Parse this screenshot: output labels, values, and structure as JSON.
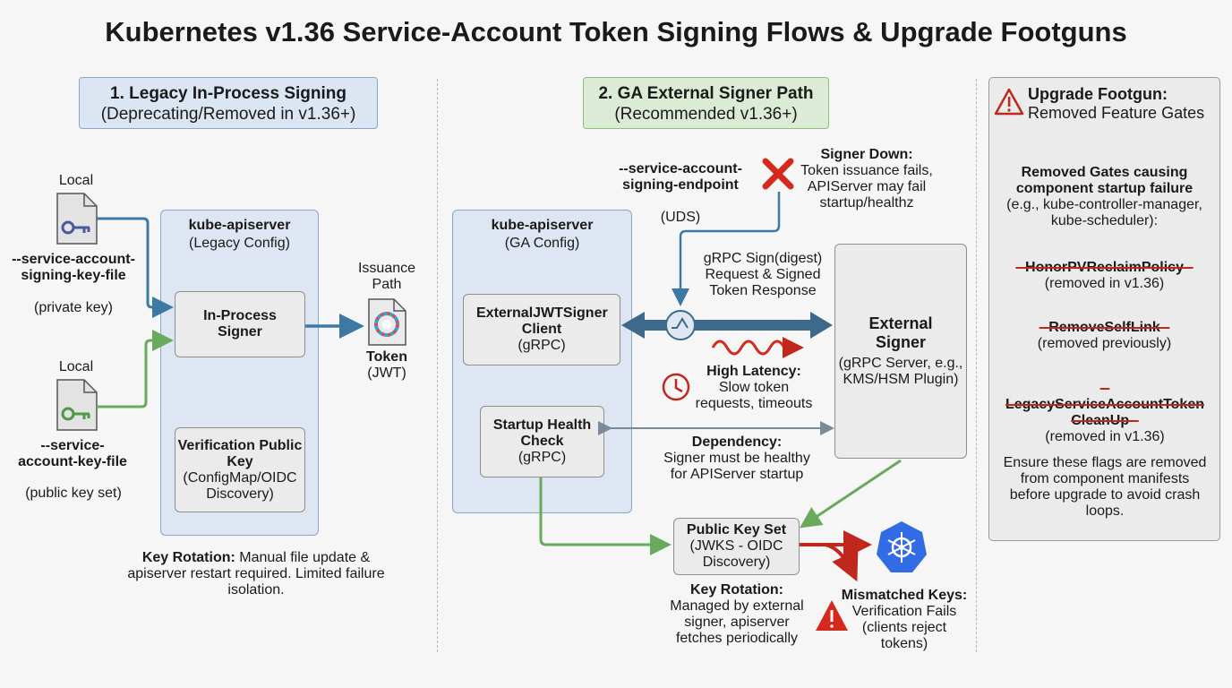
{
  "title": "Kubernetes v1.36 Service-Account Token Signing Flows & Upgrade Footguns",
  "legacy": {
    "header_l1": "1. Legacy In-Process Signing",
    "header_l2": "(Deprecating/Removed in v1.36+)",
    "local1": "Local",
    "privkey_file": "--service-account-signing-key-file",
    "privkey_desc": "(private key)",
    "local2": "Local",
    "pubkey_file": "--service-account-key-file",
    "pubkey_desc": "(public key set)",
    "panel_title": "kube-apiserver",
    "panel_sub": "(Legacy Config)",
    "signer": "In-Process Signer",
    "verif_title": "Verification Public Key",
    "verif_sub": "(ConfigMap/OIDC Discovery)",
    "issuance_path": "Issuance Path",
    "token_title": "Token",
    "token_sub": "(JWT)",
    "rotation_bold": "Key Rotation:",
    "rotation_text": " Manual file update & apiserver restart required. Limited failure isolation."
  },
  "ga": {
    "header_l1": "2. GA External Signer Path",
    "header_l2": "(Recommended v1.36+)",
    "panel_title": "kube-apiserver",
    "panel_sub": "(GA Config)",
    "client_title": "ExternalJWTSigner Client",
    "client_sub": "(gRPC)",
    "health_title": "Startup Health Check",
    "health_sub": "(gRPC)",
    "endpoint_flag": "--service-account-signing-endpoint",
    "endpoint_sub": "(UDS)",
    "signer_down_title": "Signer Down:",
    "signer_down_text": "Token issuance fails, APIServer may fail startup/healthz",
    "grpc_text": "gRPC Sign(digest) Request & Signed Token Response",
    "latency_title": "High Latency:",
    "latency_text": "Slow token requests, timeouts",
    "dependency_title": "Dependency:",
    "dependency_text": "Signer must be healthy for APIServer startup",
    "ext_title": "External Signer",
    "ext_sub": "(gRPC Server, e.g., KMS/HSM Plugin)",
    "pks_title": "Public Key Set",
    "pks_sub": "(JWKS - OIDC Discovery)",
    "rotation_title": "Key Rotation:",
    "rotation_text": "Managed by external signer, apiserver fetches periodically",
    "mismatch_title": "Mismatched Keys:",
    "mismatch_text": "Verification Fails (clients reject tokens)"
  },
  "footgun": {
    "title": "Upgrade Footgun:",
    "subtitle": "Removed Feature Gates",
    "removed_heading": "Removed Gates causing component startup failure",
    "removed_eg": "(e.g., kube-controller-manager, kube-scheduler):",
    "gates": [
      {
        "name": "--HonorPVReclaimPolicy--",
        "note": "(removed in v1.36)"
      },
      {
        "name": "--RemoveSelfLink--",
        "note": "(removed previously)"
      },
      {
        "name": "--LegacyServiceAccountToken CleanUp--",
        "note": "(removed in v1.36)"
      }
    ],
    "advice": "Ensure these flags are removed from component manifests before upgrade to avoid crash loops."
  },
  "colors": {
    "blue_arrow": "#3d7aa3",
    "green_arrow": "#6aaa5c",
    "red": "#c0281e",
    "grey_arrow": "#7a8a99",
    "k8s_blue": "#326ce5"
  }
}
